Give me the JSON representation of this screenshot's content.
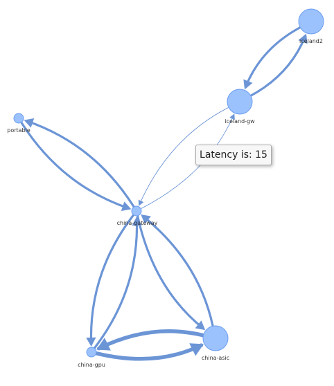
{
  "colors": {
    "node_fill": "#9cc2fd",
    "node_stroke": "#6b9df0",
    "edge": "#6c95d6",
    "tooltip_background": "#f7f7f7",
    "tooltip_border": "#a9a9a9"
  },
  "nodes": [
    {
      "id": "iceland2",
      "label": "iceland2",
      "size": "large"
    },
    {
      "id": "iceland-gw",
      "label": "iceland-gw",
      "size": "large"
    },
    {
      "id": "portable",
      "label": "portable",
      "size": "small"
    },
    {
      "id": "china-gateway",
      "label": "china-gateway",
      "size": "small"
    },
    {
      "id": "china-gpu",
      "label": "china-gpu",
      "size": "small"
    },
    {
      "id": "china-asic",
      "label": "china-asic",
      "size": "large"
    }
  ],
  "edges": [
    {
      "from": "iceland-gw",
      "to": "iceland2",
      "weight": "heavy"
    },
    {
      "from": "iceland2",
      "to": "iceland-gw",
      "weight": "heavy"
    },
    {
      "from": "china-gateway",
      "to": "iceland-gw",
      "weight": "thin"
    },
    {
      "from": "iceland-gw",
      "to": "china-gateway",
      "weight": "thin"
    },
    {
      "from": "china-gateway",
      "to": "portable",
      "weight": "heavy"
    },
    {
      "from": "portable",
      "to": "china-gateway",
      "weight": "heavy"
    },
    {
      "from": "china-gateway",
      "to": "china-asic",
      "weight": "heavy"
    },
    {
      "from": "china-asic",
      "to": "china-gateway",
      "weight": "heavy"
    },
    {
      "from": "china-gateway",
      "to": "china-gpu",
      "weight": "heavy"
    },
    {
      "from": "china-gpu",
      "to": "china-gateway",
      "weight": "heavy"
    },
    {
      "from": "china-gpu",
      "to": "china-asic",
      "weight": "very-heavy"
    },
    {
      "from": "china-asic",
      "to": "china-gpu",
      "weight": "very-heavy"
    }
  ],
  "tooltip": {
    "text": "Latency is: 15"
  }
}
